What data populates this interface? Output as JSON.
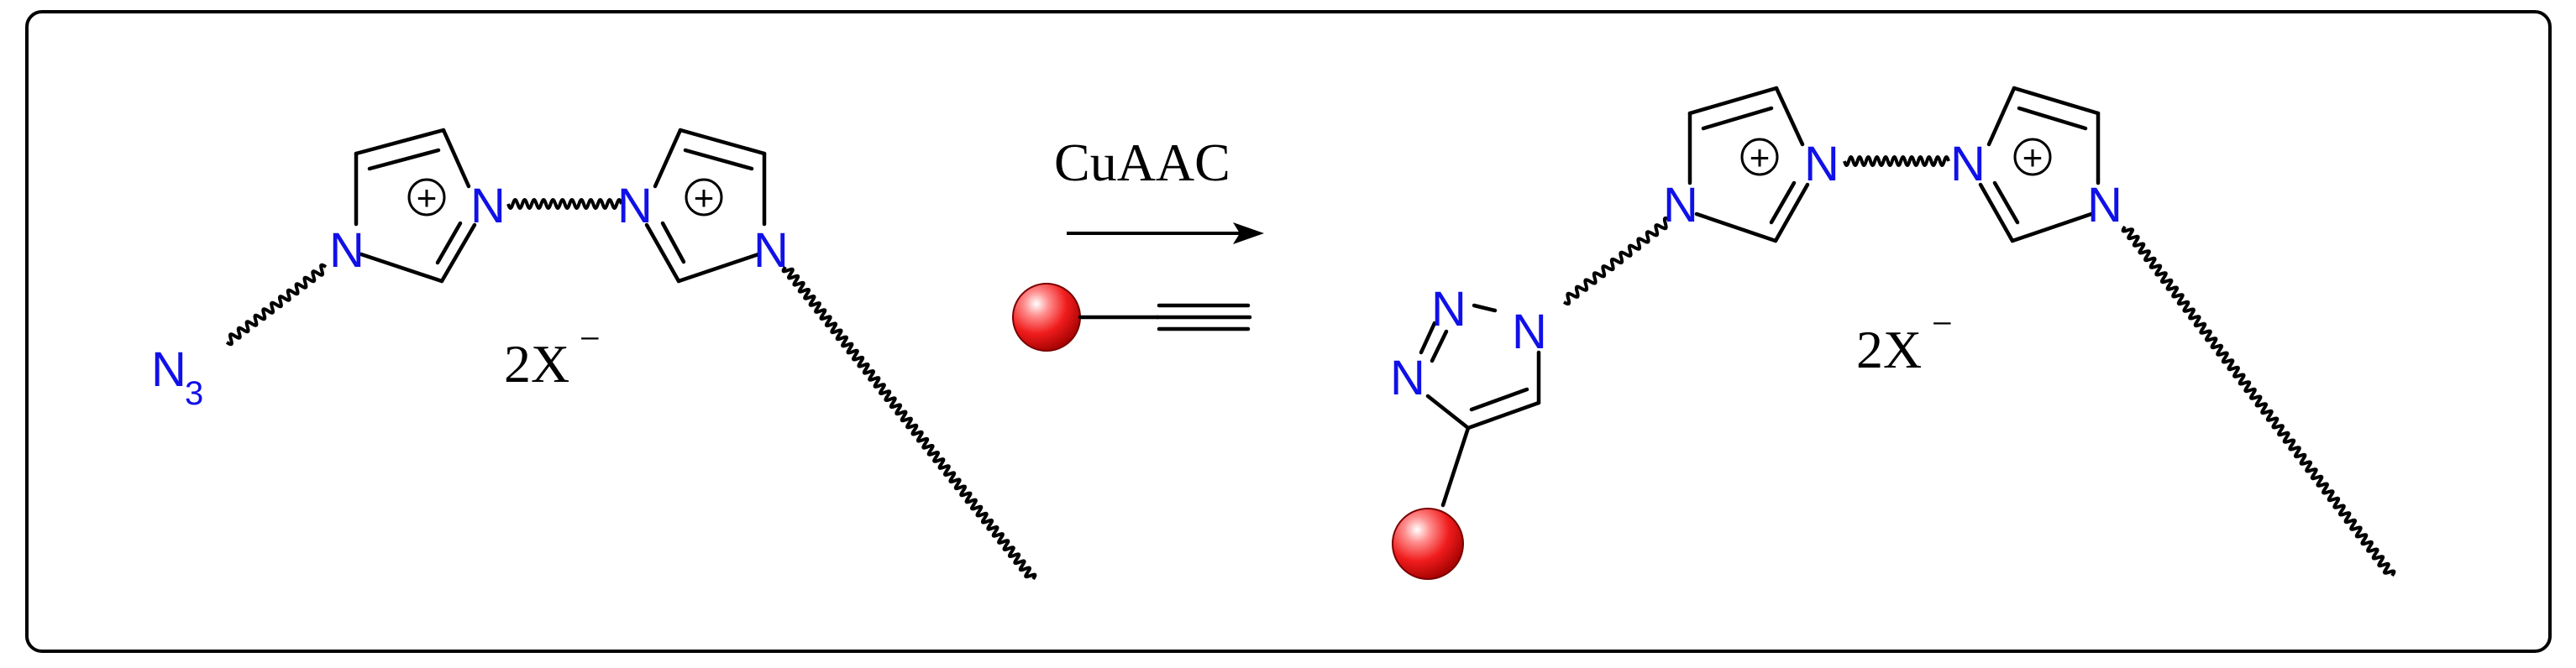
{
  "reactant": {
    "azide_atom": "N",
    "azide_subscript": "3",
    "ring1_n_top": "N",
    "ring1_n_bottom": "N",
    "ring2_n_top": "N",
    "ring2_n_bottom": "N",
    "charge_symbol": "+",
    "counterion_main": "2X",
    "counterion_sup": "−"
  },
  "arrow": {
    "reagent_label": "CuAAC"
  },
  "product": {
    "triazole_n1": "N",
    "triazole_n2": "N",
    "triazole_n3": "N",
    "ring1_n_left": "N",
    "ring1_n_right": "N",
    "ring2_n_left": "N",
    "ring2_n_right": "N",
    "charge_symbol": "+",
    "counterion_main": "2X",
    "counterion_sup": "−"
  },
  "colors": {
    "nitrogen": "#1010e8",
    "bead_highlight": "#ffffff",
    "bead_mid": "#ff3030",
    "bead_dark": "#b00000",
    "frame": "#000000"
  }
}
